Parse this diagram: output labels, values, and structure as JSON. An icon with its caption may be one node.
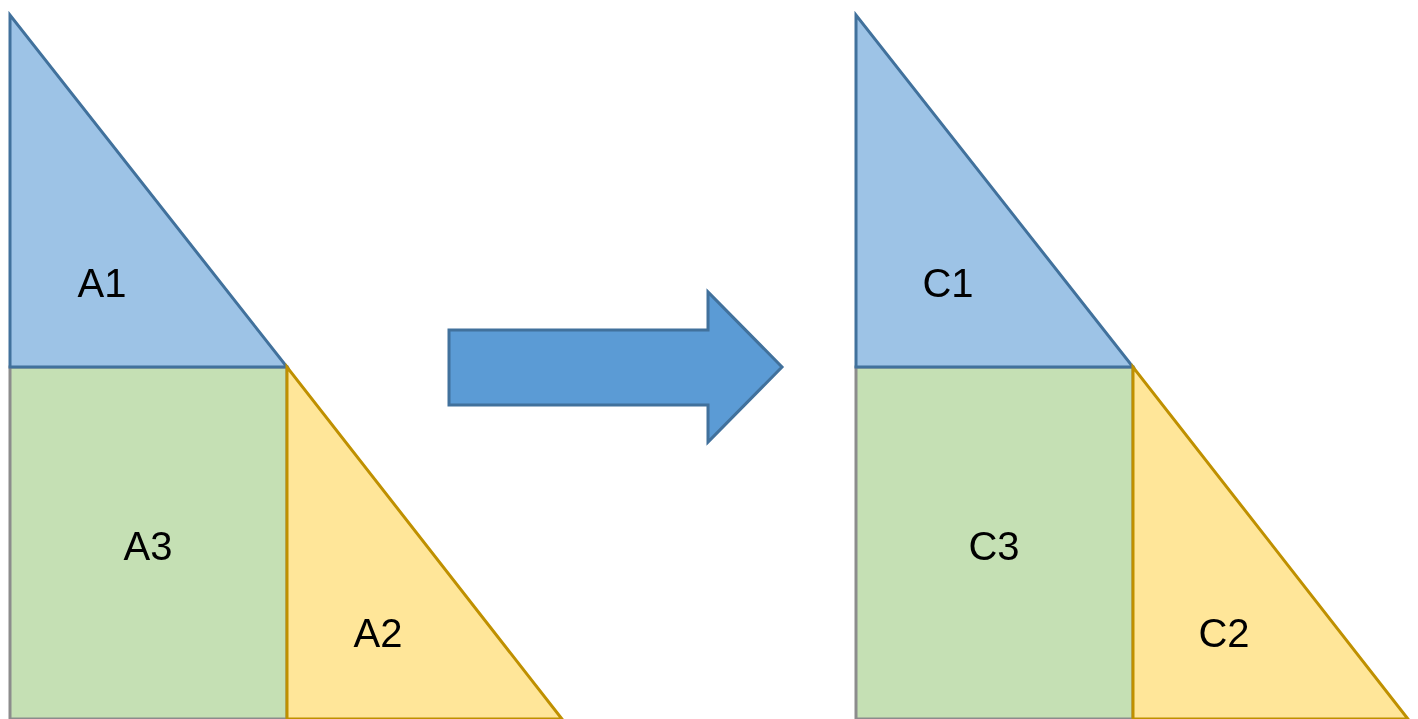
{
  "diagram": {
    "nodes": [
      {
        "text": [
          "A1"
        ]
      },
      {
        "text": [
          "A3"
        ]
      },
      {
        "text": [
          "A2"
        ]
      },
      {
        "text": [
          "C1"
        ]
      },
      {
        "text": [
          "C3"
        ]
      },
      {
        "text": [
          "C2"
        ]
      }
    ]
  }
}
